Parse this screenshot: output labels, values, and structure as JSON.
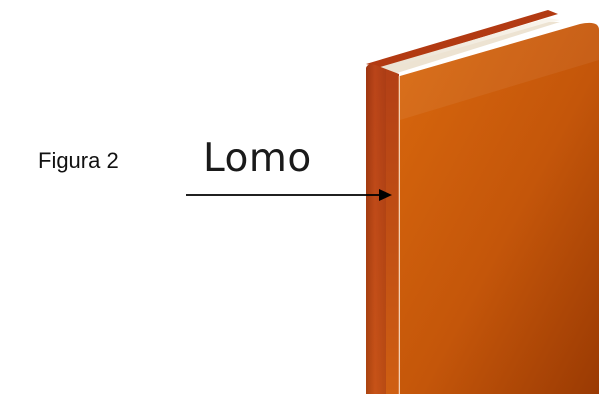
{
  "figure": {
    "caption": "Figura 2",
    "label": "Lomo"
  },
  "colors": {
    "cover": "#c9570a",
    "cover_dark": "#9c3a02",
    "spine": "#b8441a",
    "spine_dark": "#8f2f10",
    "pages": "#f3ece0",
    "arrow": "#000000"
  },
  "icons": {
    "book": "book-illustration",
    "arrow": "arrow-right-icon"
  }
}
